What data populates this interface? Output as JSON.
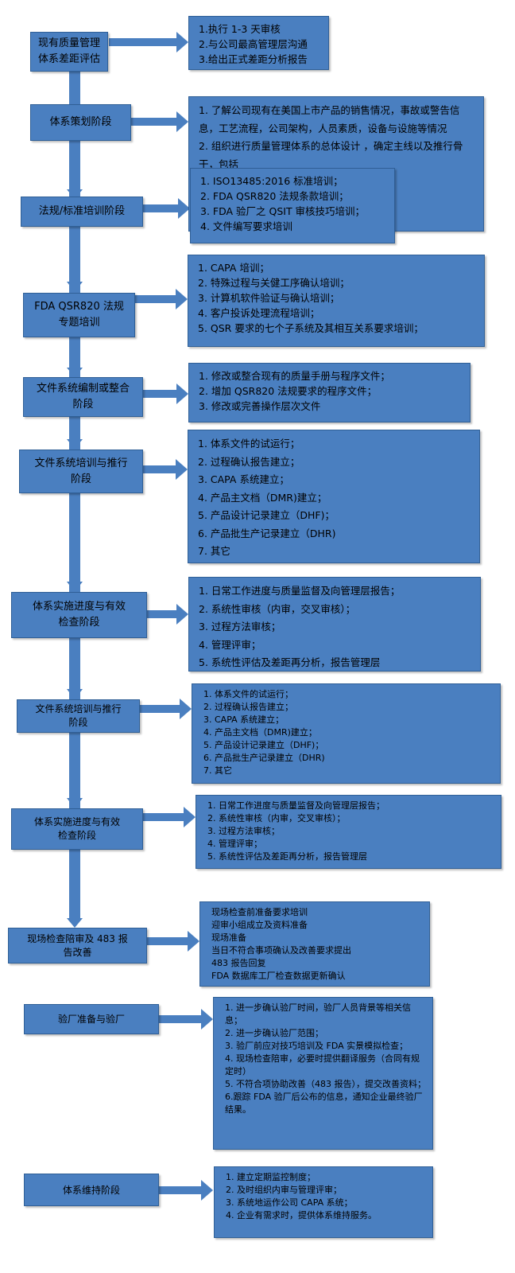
{
  "colors": {
    "box_fill": "#4a7fc0",
    "box_border": "#2f5f96",
    "connector": "#4a7fc0",
    "text": "#000000"
  },
  "stages": [
    {
      "lines": [
        "现有质量管理",
        "体系差距评估"
      ]
    },
    {
      "lines": [
        "体系策划阶段"
      ]
    },
    {
      "lines": [
        "法规/标准培训阶段"
      ]
    },
    {
      "lines": [
        "FDA QSR820 法规",
        "专题培训"
      ]
    },
    {
      "lines": [
        "文件系统编制或整合",
        "阶段"
      ]
    },
    {
      "lines": [
        "文件系统培训与推行",
        "阶段"
      ]
    },
    {
      "lines": [
        "体系实施进度与有效",
        "检查阶段"
      ]
    },
    {
      "lines": [
        "文件系统培训与推行",
        "阶段"
      ]
    },
    {
      "lines": [
        "体系实施进度与有效",
        "检查阶段"
      ]
    },
    {
      "lines": [
        "现场检查陪审及 483 报",
        "告改善"
      ]
    },
    {
      "lines": [
        "验厂准备与验厂"
      ]
    },
    {
      "lines": [
        "体系维持阶段"
      ]
    }
  ],
  "descriptions": [
    {
      "lines": [
        "1.执行 1-3 天审核",
        "2.与公司最高管理层沟通",
        "3.给出正式差距分析报告"
      ]
    },
    {
      "lines": [
        "1. 了解公司现有在美国上市产品的销售情况，事故或警告信息，工艺流程，公司架构，人员素质，设备与设施等情况",
        "2. 组织进行质量管理体系的总体设计 ，确定主线以及推行骨干，包括"
      ]
    },
    {
      "lines": [
        "1. ISO13485:2016 标准培训；",
        "2. FDA QSR820 法规条款培训；",
        "3. FDA 验厂之 QSIT 审核技巧培训；",
        "4. 文件编写要求培训"
      ]
    },
    {
      "lines": [
        "1. CAPA 培训；",
        "2. 特殊过程与关健工序确认培训；",
        "3. 计算机软件验证与确认培训；",
        "4. 客户投诉处理流程培训；",
        "5. QSR 要求的七个子系统及其相互关系要求培训；"
      ]
    },
    {
      "lines": [
        "1. 修改或整合现有的质量手册与程序文件；",
        "2. 增加 QSR820 法规要求的程序文件；",
        "3. 修改或完善操作层次文件"
      ]
    },
    {
      "lines": [
        "1. 体系文件的试运行；",
        "2. 过程确认报告建立；",
        "3. CAPA 系统建立；",
        "4. 产品主文档（DMR)建立；",
        "5. 产品设计记录建立（DHF)；",
        "6. 产品批生产记录建立（DHR)",
        "7. 其它"
      ]
    },
    {
      "lines": [
        "1. 日常工作进度与质量监督及向管理层报告；",
        "2. 系统性审核（内审，交叉审核）；",
        "3. 过程方法审核；",
        "4. 管理评审；",
        "5. 系统性评估及差距再分析，报告管理层"
      ]
    },
    {
      "lines": [
        "1. 体系文件的试运行；",
        "2. 过程确认报告建立；",
        "3. CAPA 系统建立；",
        "4. 产品主文档（DMR)建立；",
        "5. 产品设计记录建立（DHF)；",
        "6. 产品批生产记录建立（DHR)",
        "7. 其它"
      ]
    },
    {
      "lines": [
        "1. 日常工作进度与质量监督及向管理层报告；",
        "2. 系统性审核（内审，交叉审核）；",
        "3. 过程方法审核；",
        "4. 管理评审；",
        "5. 系统性评估及差距再分析，报告管理层"
      ]
    },
    {
      "lines": [
        "现场检查前准备要求培训",
        "迎审小组成立及资料准备",
        "现场准备",
        "当日不符合事项确认及改善要求提出",
        "483 报告回复",
        "FDA 数据库工厂检查数据更新确认"
      ]
    },
    {
      "lines": [
        "1. 进一步确认验厂时间，验厂人员背景等相关信息；",
        "2. 进一步确认验厂范围；",
        "3. 验厂前应对技巧培训及 FDA 实景模拟检查；",
        "4. 现场检查陪审，必要时提供翻译服务（合同有规定时）",
        "5. 不符合项协助改善（483 报告），提交改善资料；",
        "6.跟踪 FDA 验厂后公布的信息，通知企业最终验厂结果。"
      ]
    },
    {
      "lines": [
        "1. 建立定期监控制度；",
        "2. 及时组织内审与管理评审；",
        "3. 系统地运作公司 CAPA 系统；",
        "4. 企业有需求时，提供体系维持服务。"
      ]
    }
  ]
}
